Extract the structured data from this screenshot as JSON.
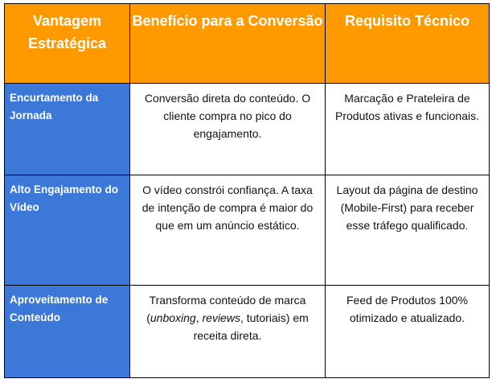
{
  "colors": {
    "header_bg": "#FF9900",
    "first_col_bg": "#3C78D8",
    "header_text": "#FFFFFF"
  },
  "headers": [
    "Vantagem Estratégica",
    "Benefício para a Conversão",
    "Requisito Técnico"
  ],
  "rows": [
    {
      "advantage": "Encurtamento da Jornada",
      "benefit": "Conversão direta do conteúdo. O cliente compra no pico do engajamento.",
      "requirement": "Marcação e Prateleira de Produtos ativas e funcionais."
    },
    {
      "advantage": "Alto Engajamento do Vídeo",
      "benefit": "O vídeo constrói confiança. A taxa de intenção de compra é maior do que em um anúncio estático.",
      "requirement": "Layout da página de destino (Mobile-First) para receber esse tráfego qualificado."
    },
    {
      "advantage": "Aproveitamento de Conteúdo",
      "benefit_parts": [
        "Transforma conteúdo de marca (",
        "unboxing",
        ", ",
        "reviews",
        ", tutoriais) em receita direta."
      ],
      "requirement": "Feed de Produtos 100% otimizado e atualizado."
    }
  ]
}
